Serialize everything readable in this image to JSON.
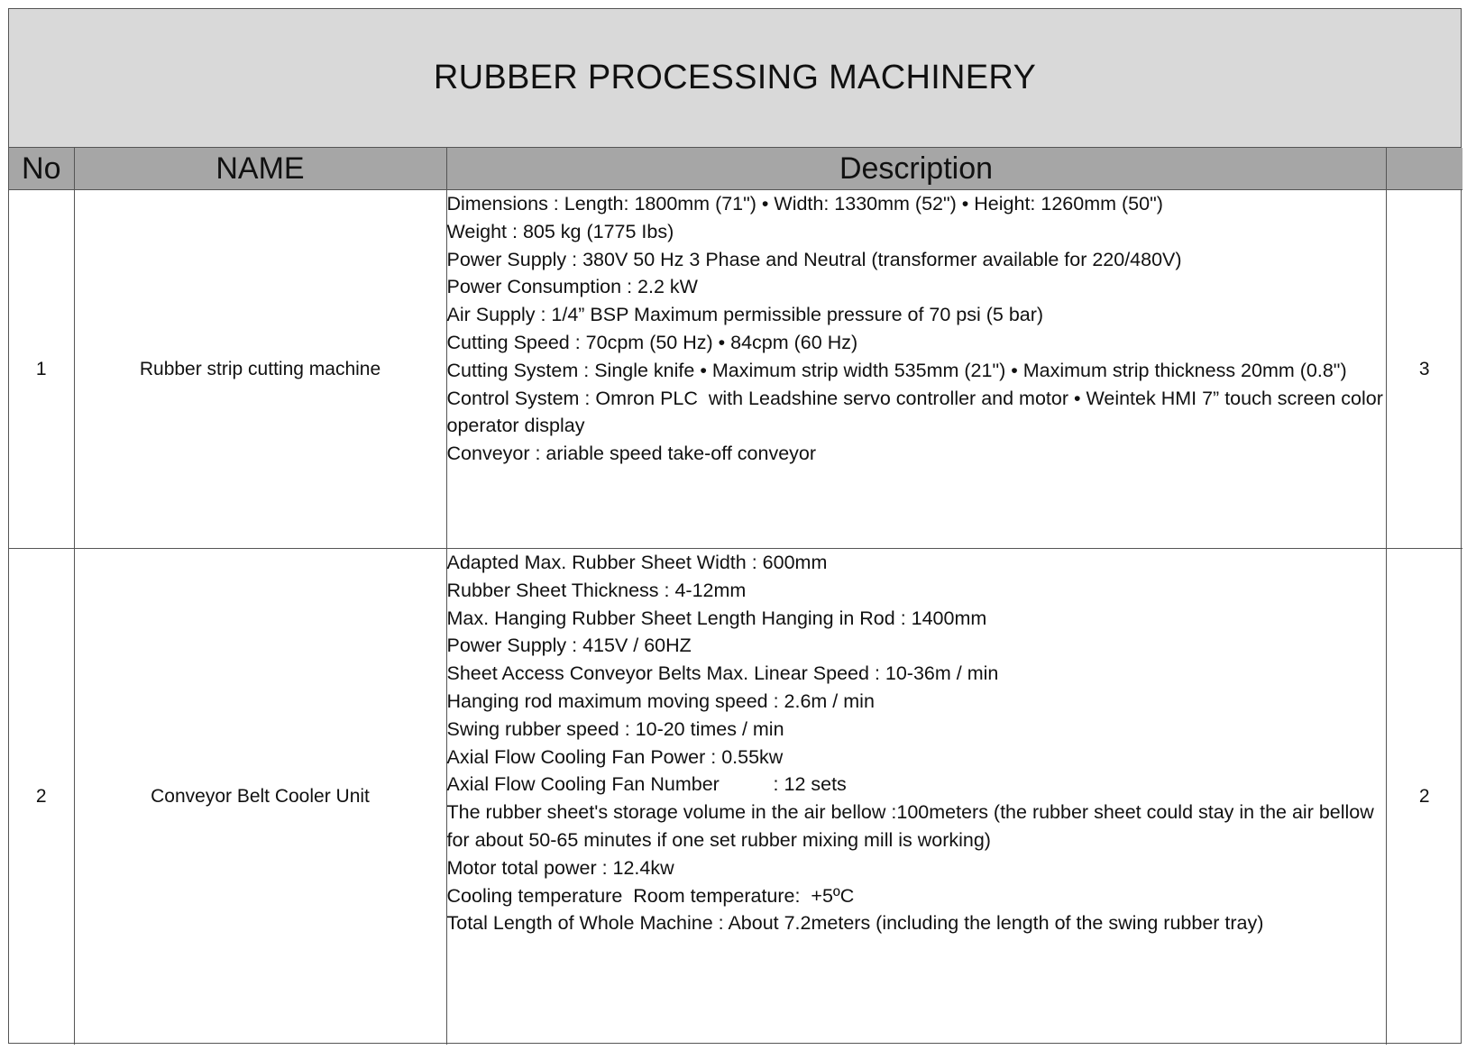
{
  "title": "RUBBER  PROCESSING MACHINERY",
  "columns": {
    "no": "No",
    "name": "NAME",
    "description": "Description",
    "qty": ""
  },
  "rows": [
    {
      "no": "1",
      "name": "Rubber strip cutting machine",
      "qty": "3",
      "description": [
        "Dimensions : Length: 1800mm (71\") • Width: 1330mm (52\") • Height: 1260mm (50\")",
        "Weight : 805 kg (1775 Ibs)",
        "Power Supply : 380V 50 Hz 3 Phase and Neutral (transformer available for 220/480V)",
        "Power Consumption : 2.2 kW",
        "Air Supply : 1/4” BSP Maximum permissible pressure of 70 psi (5 bar)",
        "Cutting Speed : 70cpm (50 Hz) • 84cpm (60 Hz)",
        "Cutting System : Single knife • Maximum strip width 535mm (21\") • Maximum strip thickness 20mm (0.8\")",
        "Control System : Omron PLC  with Leadshine servo controller and motor • Weintek HMI 7” touch screen color operator display",
        "Conveyor : ariable speed take-off conveyor"
      ]
    },
    {
      "no": "2",
      "name": "Conveyor Belt Cooler Unit",
      "qty": "2",
      "description": [
        "Adapted Max. Rubber Sheet Width : 600mm",
        "Rubber Sheet Thickness : 4-12mm",
        "Max. Hanging Rubber Sheet Length Hanging in Rod : 1400mm",
        "Power Supply : 415V / 60HZ",
        "Sheet Access Conveyor Belts Max. Linear Speed : 10-36m / min",
        "Hanging rod maximum moving speed : 2.6m / min",
        "Swing rubber speed : 10-20 times / min",
        "Axial Flow Cooling Fan Power : 0.55kw",
        "Axial Flow Cooling Fan Number          : 12 sets",
        "The rubber sheet's storage volume in the air bellow :100meters (the rubber sheet could stay in the air bellow for about 50-65 minutes if one set rubber mixing mill is working)",
        "Motor total power : 12.4kw",
        "Cooling temperature  Room temperature:  +5ºC",
        "Total Length of Whole Machine : About 7.2meters (including the length of the swing rubber tray)"
      ]
    }
  ]
}
